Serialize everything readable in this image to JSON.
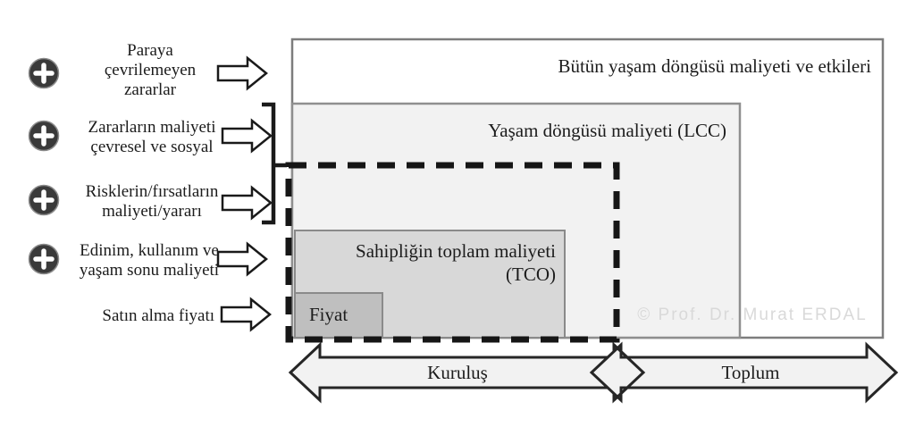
{
  "diagram_title": "Bütün yaşam döngüsü maliyeti ve etkileri",
  "boxes": {
    "whole_life_cycle": {
      "label": "Bütün yaşam döngüsü maliyeti ve etkileri"
    },
    "lcc": {
      "label": "Yaşam döngüsü maliyeti (LCC)"
    },
    "tco": {
      "label_line1": "Sahipliğin toplam maliyeti",
      "label_line2": "(TCO)"
    },
    "price": {
      "label": "Fiyat"
    }
  },
  "left_items": [
    {
      "icon": "plus-icon",
      "lines": [
        "Paraya",
        "çevrilemeyen",
        "zararlar"
      ]
    },
    {
      "icon": "plus-icon",
      "lines": [
        "Zararların maliyeti",
        "çevresel ve sosyal"
      ]
    },
    {
      "icon": "plus-icon",
      "lines": [
        "Risklerin/fırsatların",
        "maliyeti/yararı"
      ]
    },
    {
      "icon": "plus-icon",
      "lines": [
        "Edinim, kullanım ve",
        "yaşam sonu maliyeti"
      ]
    },
    {
      "icon": "none",
      "lines": [
        "Satın alma fiyatı"
      ]
    }
  ],
  "bottom_arrows": [
    {
      "label": "Kuruluş"
    },
    {
      "label": "Toplum"
    }
  ],
  "watermark": "© Prof. Dr. Murat ERDAL",
  "colors": {
    "outer_box_fill": "#ffffff",
    "lcc_box_fill": "#f2f2f2",
    "tco_box_fill": "#d8d8d8",
    "price_box_fill": "#bfbfbf",
    "box_border": "#858585",
    "dashed_boundary": "#161616",
    "plus_circle_fill": "#3a3a3a",
    "arrow_fill": "#ffffff",
    "bottom_arrow_fill": "#f2f2f2",
    "line_color": "#1c1c1c"
  }
}
